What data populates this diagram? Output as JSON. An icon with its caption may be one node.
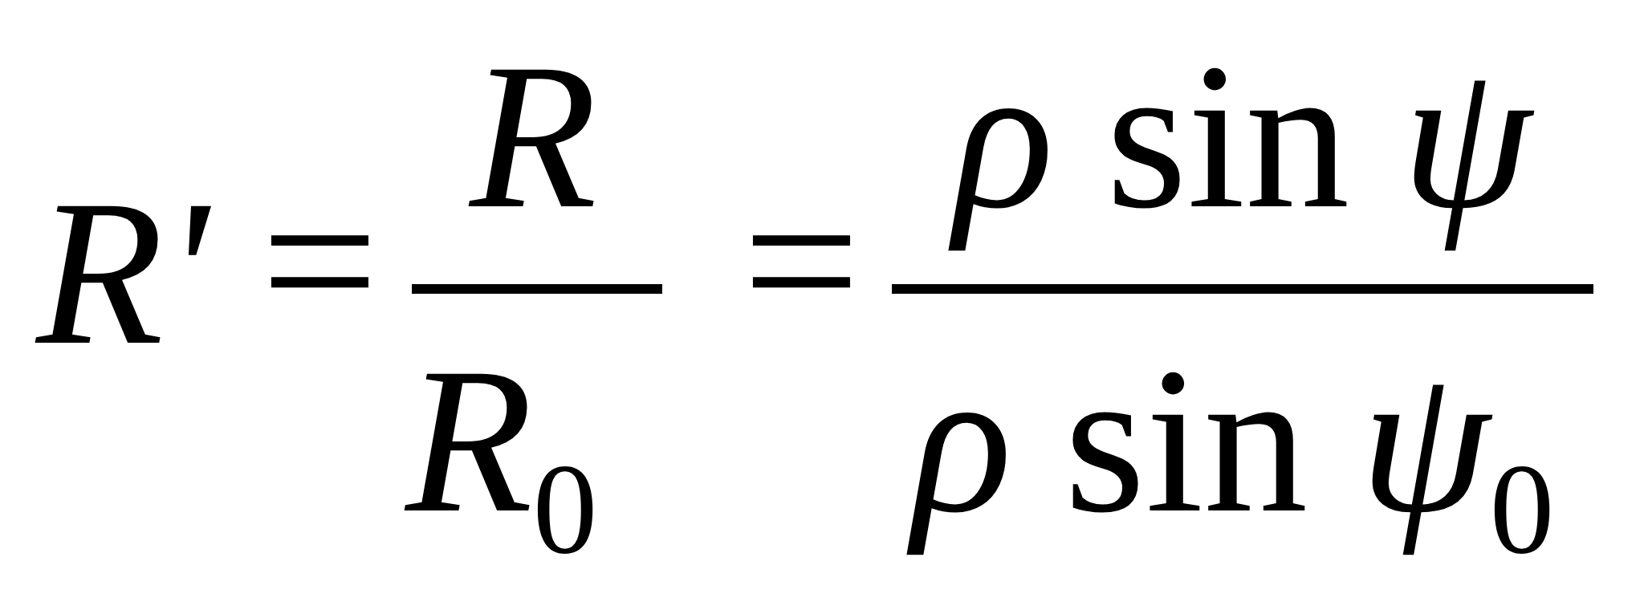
{
  "diagram": {
    "labels": [
      "R'",
      "=",
      "R",
      "R$_{0}$",
      "=",
      "*ρ* sin *ψ*",
      "*ρ* sin *ψ*$_{0}$"
    ]
  }
}
